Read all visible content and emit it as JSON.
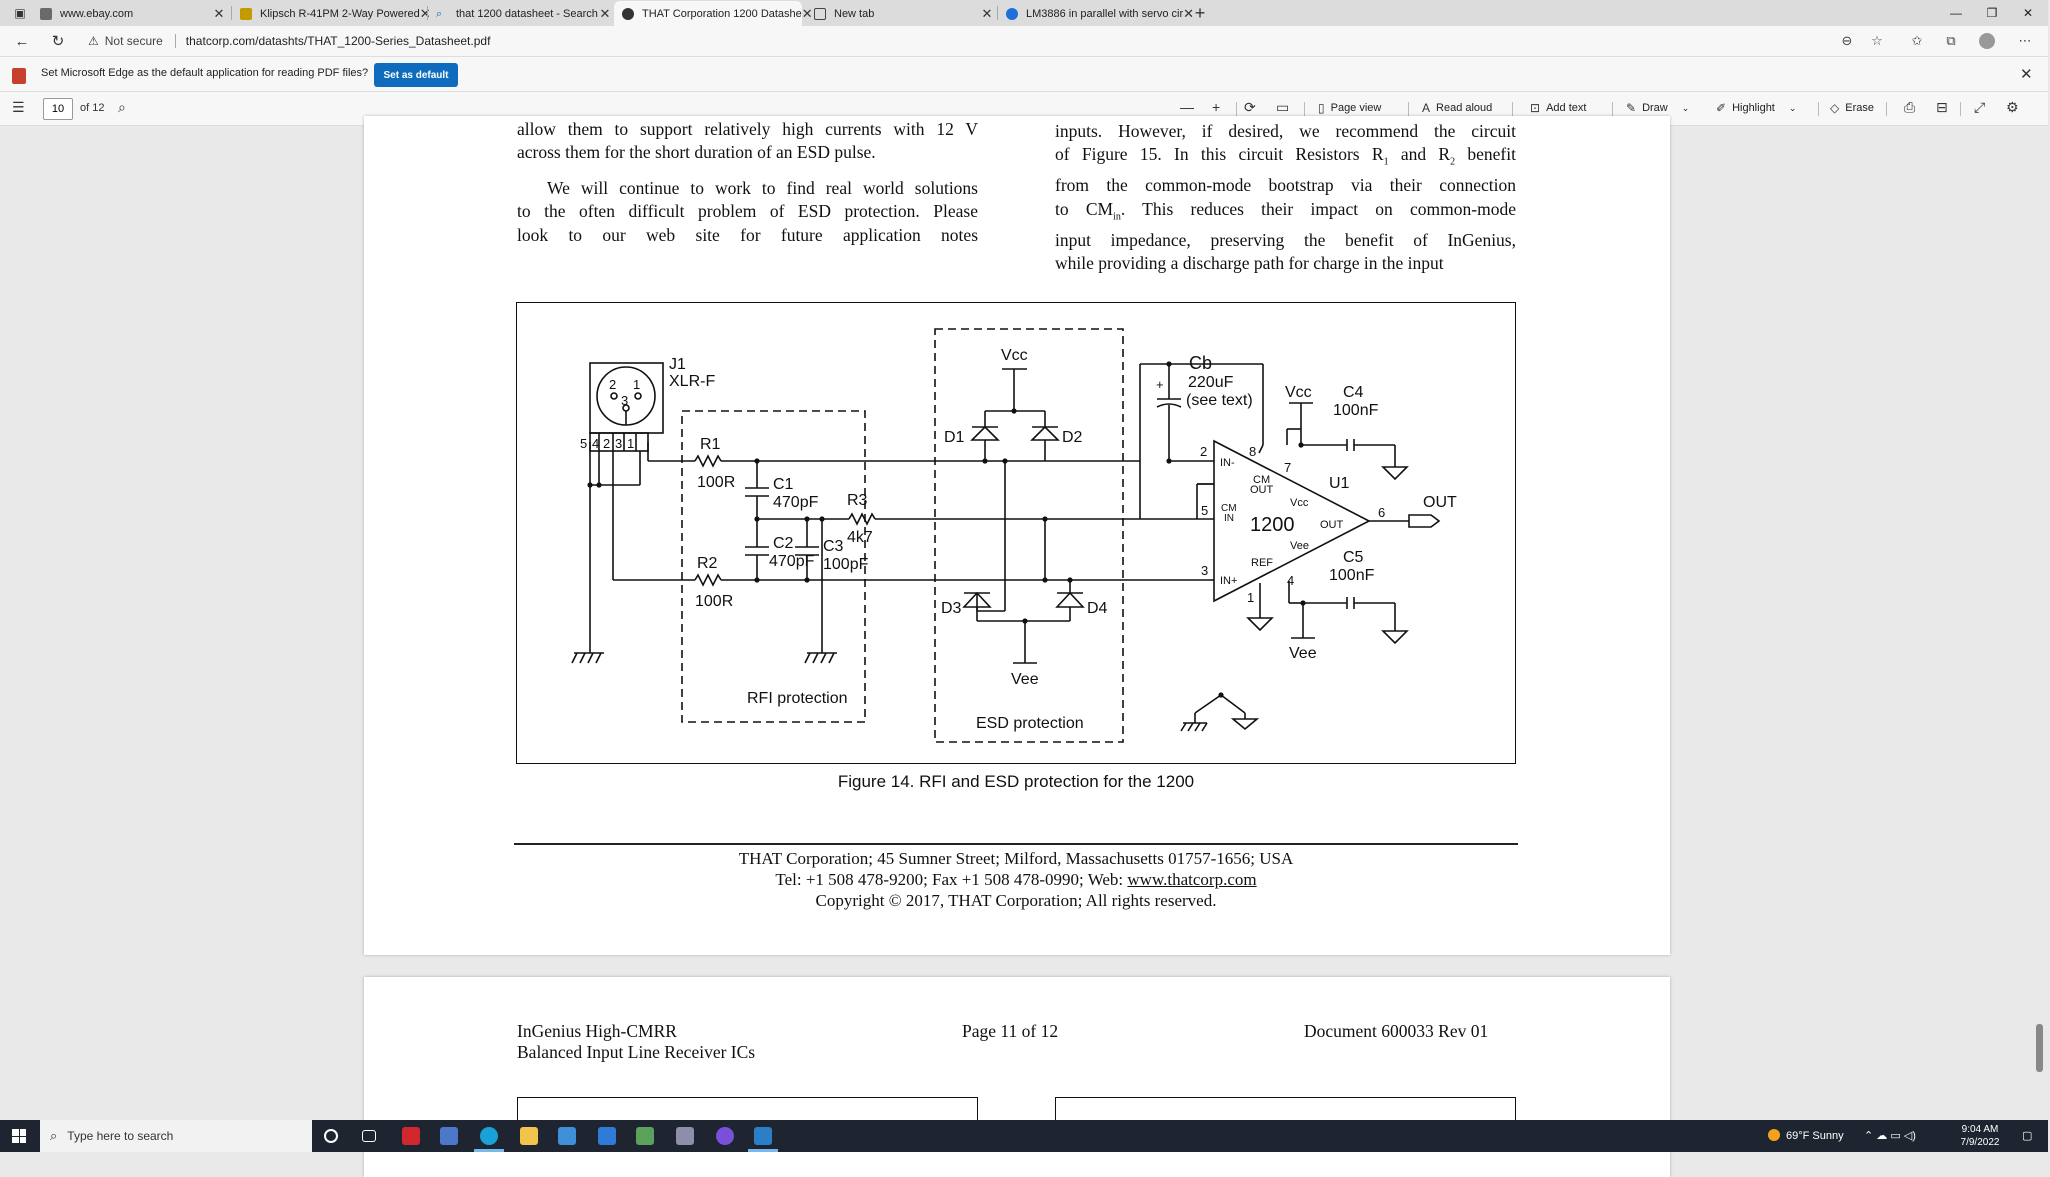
{
  "tabs": [
    {
      "label": "www.ebay.com",
      "favicon_color": "#6a6a6a"
    },
    {
      "label": "Klipsch R-41PM 2-Way Powered",
      "favicon_color": "#8a6a00"
    },
    {
      "label": "that 1200 datasheet - Search",
      "favicon_color": "#2266cc"
    },
    {
      "label": "THAT Corporation 1200 Datashe",
      "favicon_color": "#333333"
    },
    {
      "label": "New tab",
      "favicon_color": "#444444"
    },
    {
      "label": "LM3886 in parallel with servo cir",
      "favicon_color": "#1e6fd9"
    }
  ],
  "window": {
    "minimize": "—",
    "maximize": "❐",
    "close": "✕"
  },
  "address": {
    "security": "Not secure",
    "url": "thatcorp.com/datashts/THAT_1200-Series_Datasheet.pdf"
  },
  "infobar": {
    "message": "Set Microsoft Edge as the default application for reading PDF files?",
    "button": "Set as default",
    "close": "✕"
  },
  "pdf_toolbar": {
    "page_current": "10",
    "page_total": "of 12",
    "zoom_out": "—",
    "zoom_in": "+",
    "page_view": "Page view",
    "read_aloud": "Read aloud",
    "add_text": "Add text",
    "draw": "Draw",
    "highlight": "Highlight",
    "erase": "Erase"
  },
  "page10": {
    "left_col": {
      "line1": "allow them to support relatively high currents with 12 V",
      "line2": "across them for the short duration of an ESD pulse.",
      "para2_l1": "We will continue to work to find real world solutions",
      "para2_l2": "to the often difficult problem of ESD protection. Please",
      "para2_l3": "look to our web site for future application notes"
    },
    "right_col": {
      "l1": "inputs. However, if desired, we recommend the circuit",
      "l2a": "of Figure 15. In this circuit Resistors R",
      "l2b": " and R",
      "l2c": " benefit",
      "sub1": "1",
      "sub2": "2",
      "l3": "from the common-mode bootstrap via their connection",
      "l4a": "to CM",
      "l4sub": "in",
      "l4b": ". This reduces their impact on common-mode",
      "l5": "input impedance, preserving the benefit of InGenius,",
      "l6": "while providing a discharge path for charge in the input"
    },
    "figure": {
      "caption": "Figure 14. RFI and ESD protection for the 1200",
      "labels": {
        "j1": "J1",
        "xlr": "XLR-F",
        "pins": [
          "5",
          "4",
          "2",
          "3",
          "1"
        ],
        "connector_pins": [
          "2",
          "1",
          "3"
        ],
        "r1": "R1",
        "r1v": "100R",
        "r2": "R2",
        "r2v": "100R",
        "c1": "C1",
        "c1v": "470pF",
        "c2": "C2",
        "c2v": "470pF",
        "c3": "C3",
        "c3v": "100pF",
        "r3": "R3",
        "r3v": "4k7",
        "vcc_top": "Vcc",
        "d1": "D1",
        "d2": "D2",
        "d3": "D3",
        "d4": "D4",
        "vee_bottom": "Vee",
        "rfi": "RFI protection",
        "esd": "ESD protection",
        "cb": "Cb",
        "cbv": "220uF",
        "cbnote": "(see text)",
        "cb_plus": "+",
        "vcc_right": "Vcc",
        "c4": "C4",
        "c4v": "100nF",
        "c5": "C5",
        "c5v": "100nF",
        "vee_right": "Vee",
        "u1": "U1",
        "chip": "1200",
        "in_minus": "IN-",
        "in_plus": "IN+",
        "cm_out1": "CM",
        "cm_out2": "OUT",
        "cm_in1": "CM",
        "cm_in2": "IN",
        "ref": "REF",
        "vcc_pin": "Vcc",
        "vee_pin": "Vee",
        "out_pin": "OUT",
        "pin2": "2",
        "pin8": "8",
        "pin7": "7",
        "pin5": "5",
        "pin3": "3",
        "pin4": "4",
        "pin1": "1",
        "pin6": "6",
        "out": "OUT"
      }
    },
    "footer": {
      "line1": "THAT Corporation; 45 Sumner Street; Milford, Massachusetts 01757-1656; USA",
      "line2": "Tel: +1 508 478-9200; Fax +1 508 478-0990; Web: ",
      "link": "www.thatcorp.com",
      "line3": "Copyright © 2017, THAT Corporation; All rights reserved."
    }
  },
  "page11": {
    "title1": "InGenius High-CMRR",
    "title2": "Balanced Input Line Receiver ICs",
    "page": "Page 11 of 12",
    "doc": "Document 600033 Rev 01"
  },
  "taskbar": {
    "search_placeholder": "Type here to search",
    "weather": "69°F  Sunny",
    "time": "9:04 AM",
    "date": "7/9/2022"
  }
}
